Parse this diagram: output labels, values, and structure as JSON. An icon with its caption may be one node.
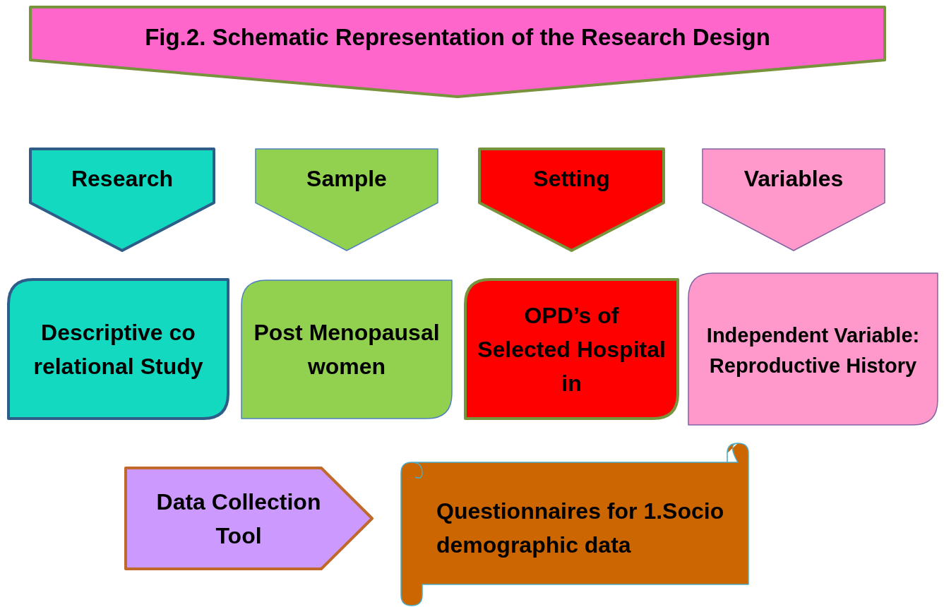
{
  "diagram": {
    "nodes": [
      {
        "text": [
          "Fig.2. Schematic Representation of the Research Design"
        ]
      },
      {
        "text": [
          "Research"
        ]
      },
      {
        "text": [
          "Sample"
        ]
      },
      {
        "text": [
          "Setting"
        ]
      },
      {
        "text": [
          "Variables"
        ]
      },
      {
        "text": [
          "Descriptive co relational Study"
        ]
      },
      {
        "text": [
          "Post Menopausal women"
        ]
      },
      {
        "text": [
          "OPD’s of Selected Hospital in"
        ]
      },
      {
        "text": [
          "Independent Variable: Reproductive History"
        ]
      },
      {
        "text": [
          "Data Collection Tool"
        ]
      },
      {
        "text": [
          "Questionnaires for 1.Socio demographic data"
        ]
      }
    ]
  }
}
